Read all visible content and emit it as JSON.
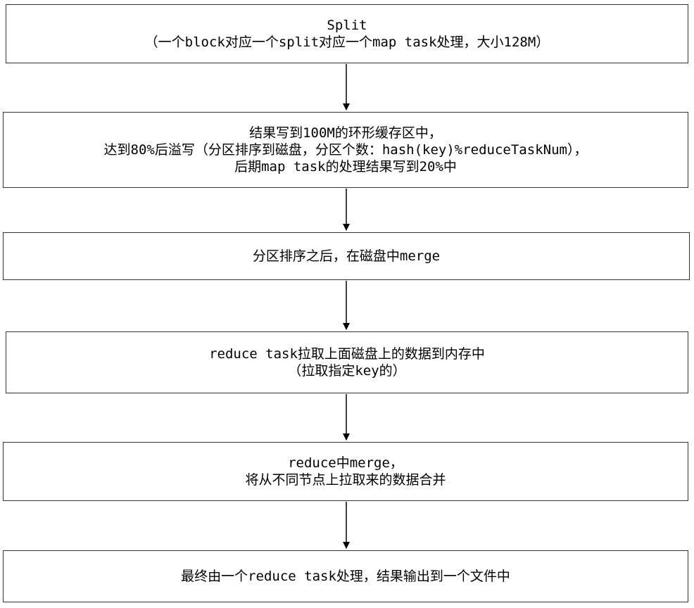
{
  "steps": [
    {
      "lines": [
        "Split",
        "（一个block对应一个split对应一个map task处理，大小128M）"
      ]
    },
    {
      "lines": [
        "结果写到100M的环形缓存区中，",
        "达到80%后溢写（分区排序到磁盘，分区个数：hash(key)%reduceTaskNum），",
        "后期map task的处理结果写到20%中"
      ]
    },
    {
      "lines": [
        "分区排序之后，在磁盘中merge"
      ]
    },
    {
      "lines": [
        "reduce task拉取上面磁盘上的数据到内存中",
        "（拉取指定key的）"
      ]
    },
    {
      "lines": [
        "reduce中merge，",
        "将从不同节点上拉取来的数据合并"
      ]
    },
    {
      "lines": [
        "最终由一个reduce task处理，结果输出到一个文件中"
      ]
    }
  ]
}
